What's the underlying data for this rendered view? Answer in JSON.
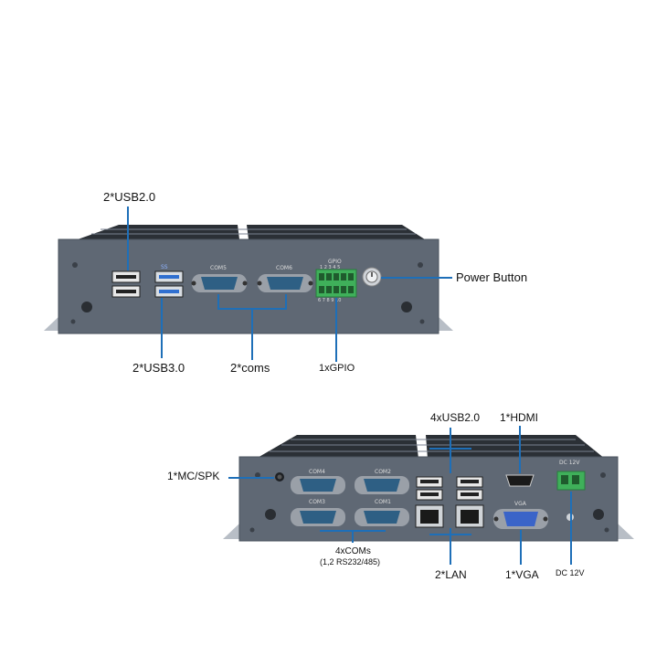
{
  "top_unit": {
    "labels": {
      "usb2": "2*USB2.0",
      "usb3": "2*USB3.0",
      "coms": "2*coms",
      "gpio": "1xGPIO",
      "power": "Power Button"
    },
    "panel_text": {
      "com5": "COM5",
      "com6": "COM6",
      "gpio": "GPIO",
      "gpio_top_pins": "1 2 3 4 5",
      "gpio_bottom_pins": "6 7 8 9 10",
      "ss": "SS"
    }
  },
  "bottom_unit": {
    "labels": {
      "usb2": "4xUSB2.0",
      "hdmi": "1*HDMI",
      "mic": "1*MC/SPK",
      "coms": "4xCOMs",
      "coms_note": "(1,2 RS232/485)",
      "lan": "2*LAN",
      "vga": "1*VGA",
      "dc": "DC 12V"
    },
    "panel_text": {
      "com4": "COM4",
      "com3": "COM3",
      "com2": "COM2",
      "com1": "COM1",
      "vga": "VGA",
      "dc": "DC 12V"
    }
  },
  "colors": {
    "chassis": "#5f6874",
    "fins": "#2b3036",
    "callout_line": "#1e6fb8",
    "db9": "#2e5f84",
    "gpio": "#3fb05a",
    "usb3": "#2f6fd0"
  }
}
